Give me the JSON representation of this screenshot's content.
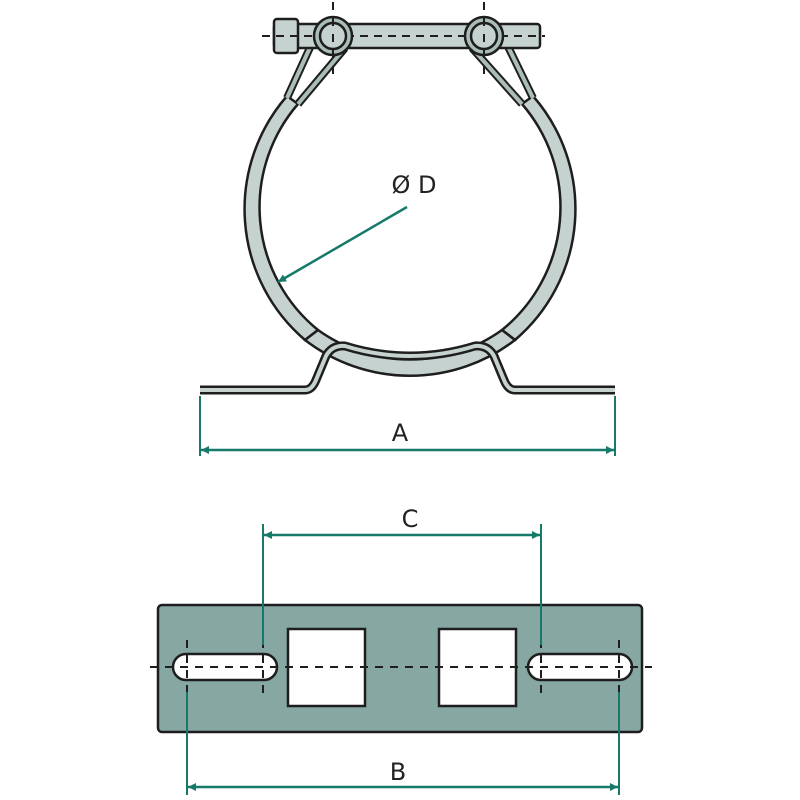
{
  "labels": {
    "diameter": "Ø D",
    "a": "A",
    "b": "B",
    "c": "C"
  },
  "colors": {
    "band": "#c5d2cf",
    "plate": "#87a7a3",
    "dimension": "#16796a",
    "outline": "#1e1e1e"
  }
}
